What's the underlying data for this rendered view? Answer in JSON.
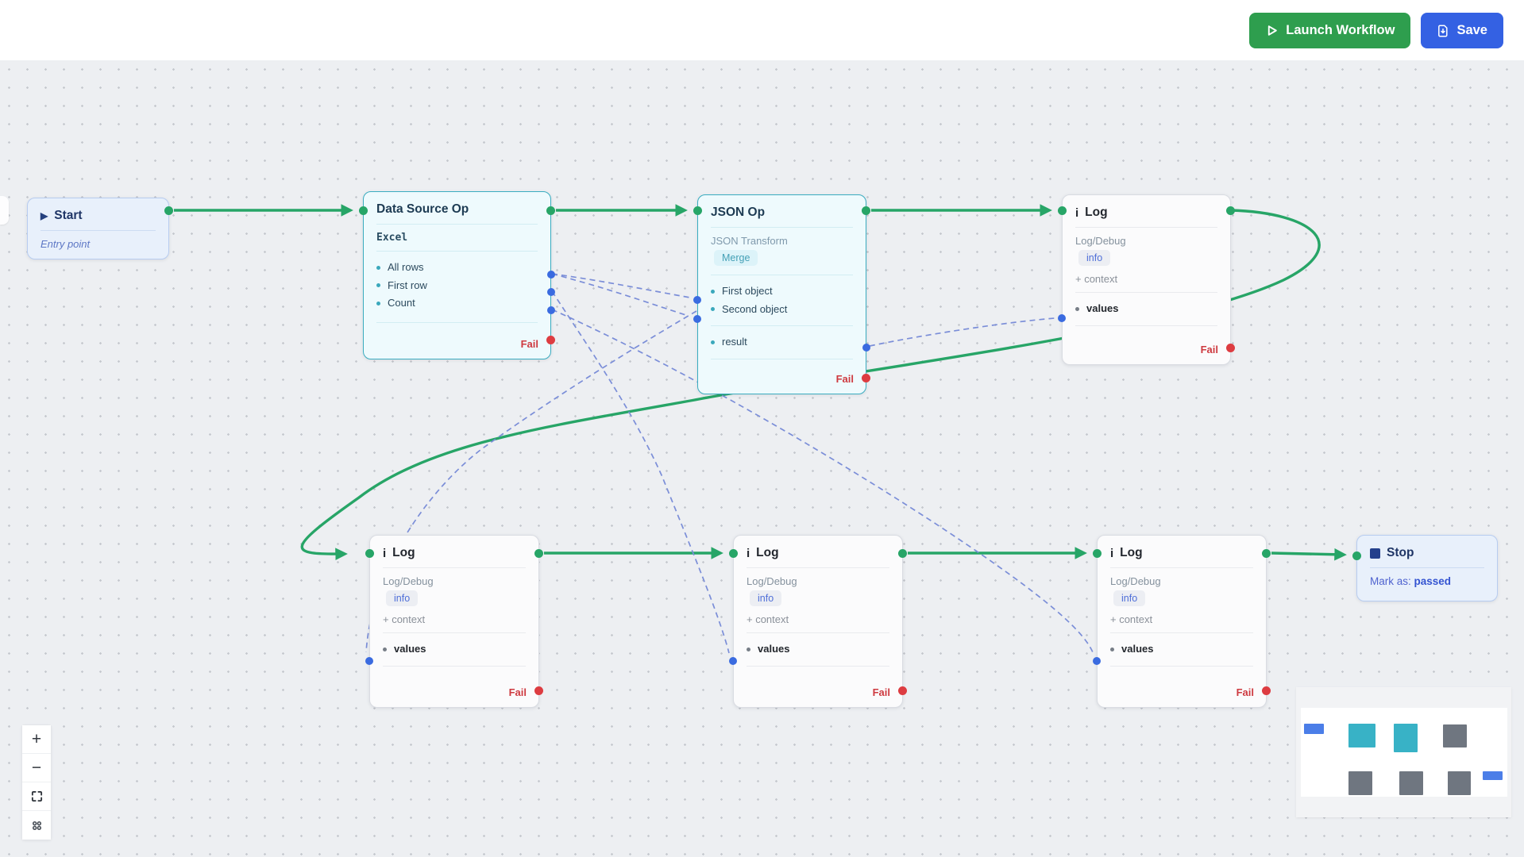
{
  "toolbar": {
    "launch_button": "Launch Workflow",
    "save_button": "Save"
  },
  "canvas": {
    "nodes": {
      "start": {
        "title": "Start",
        "subtitle": "Entry point"
      },
      "data_source": {
        "title": "Data Source Op",
        "subtype": "Excel",
        "outputs": [
          "All rows",
          "First row",
          "Count"
        ],
        "fail": "Fail"
      },
      "json_op": {
        "title": "JSON Op",
        "subtype": "JSON Transform",
        "badge": "Merge",
        "inputs": [
          "First object",
          "Second object"
        ],
        "output": "result",
        "fail": "Fail"
      },
      "log_top": {
        "title": "Log",
        "subtype": "Log/Debug",
        "level_badge": "info",
        "context": "+ context",
        "input": "values",
        "fail": "Fail"
      },
      "log_1": {
        "title": "Log",
        "subtype": "Log/Debug",
        "level_badge": "info",
        "context": "+ context",
        "input": "values",
        "fail": "Fail"
      },
      "log_2": {
        "title": "Log",
        "subtype": "Log/Debug",
        "level_badge": "info",
        "context": "+ context",
        "input": "values",
        "fail": "Fail"
      },
      "log_3": {
        "title": "Log",
        "subtype": "Log/Debug",
        "level_badge": "info",
        "context": "+ context",
        "input": "values",
        "fail": "Fail"
      },
      "stop": {
        "title": "Stop",
        "mark_as": "Mark as:",
        "status": "passed"
      }
    },
    "edges": [
      {
        "from": "start",
        "to": "data_source",
        "type": "flow"
      },
      {
        "from": "data_source",
        "to": "json_op",
        "type": "flow"
      },
      {
        "from": "json_op",
        "to": "log_top",
        "type": "flow"
      },
      {
        "from": "log_top",
        "to": "log_1",
        "type": "flow"
      },
      {
        "from": "log_1",
        "to": "log_2",
        "type": "flow"
      },
      {
        "from": "log_2",
        "to": "log_3",
        "type": "flow"
      },
      {
        "from": "log_3",
        "to": "stop",
        "type": "flow"
      },
      {
        "from": "data_source.All rows",
        "to": "json_op.First object",
        "type": "data"
      },
      {
        "from": "data_source.All rows",
        "to": "json_op.Second object",
        "type": "data"
      },
      {
        "from": "data_source.First row",
        "to": "log_3.values",
        "type": "data"
      },
      {
        "from": "data_source.Count",
        "to": "log_1.values",
        "type": "data"
      },
      {
        "from": "data_source.Count",
        "to": "log_2.values",
        "type": "data"
      },
      {
        "from": "json_op.result",
        "to": "log_top.values",
        "type": "data"
      }
    ]
  },
  "zoom_controls": {
    "zoom_in": "+",
    "zoom_out": "−"
  },
  "colors": {
    "flow_edge": "#27a567",
    "data_edge": "#7b8ed8",
    "fail": "#ce3a40",
    "data_port": "#3a6be0",
    "launch_button_bg": "#2e9e4e",
    "save_button_bg": "#3461e3",
    "node_accent_teal": "#3aacc0",
    "minimap_blue": "#4b7ee8",
    "minimap_teal": "#38b2c6",
    "minimap_gray": "#6f7680"
  }
}
